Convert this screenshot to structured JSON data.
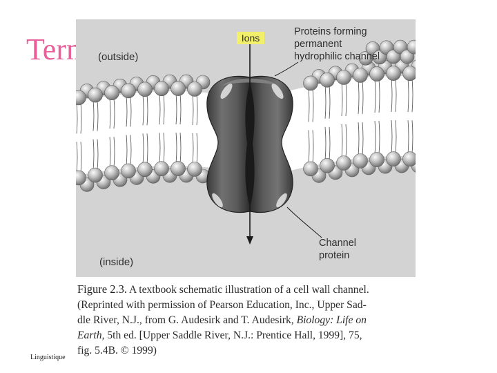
{
  "slide": {
    "title": "Term",
    "footer": "Linguistique"
  },
  "diagram": {
    "label_ions": "Ions",
    "label_proteins_line1": "Proteins forming",
    "label_proteins_line2": "permanent",
    "label_proteins_line3": "hydrophilic channel",
    "label_outside": "(outside)",
    "label_inside": "(inside)",
    "label_channel_line1": "Channel",
    "label_channel_line2": "protein",
    "colors": {
      "background": "#d3d3d3",
      "title": "#e8609a",
      "ions_highlight": "#f2ef6a",
      "protein": "#555555",
      "lipid_head": "#b9b9b9"
    }
  },
  "caption": {
    "fig_number": "Figure 2.3.",
    "fig_title": " A textbook schematic illustration of a cell wall channel.",
    "line2": "(Reprinted with permission of Pearson Education, Inc., Upper Sad-",
    "line3a": "dle River, N.J., from G. Audesirk and T. Audesirk, ",
    "line3b": "Biology: Life on",
    "line4a": "Earth,",
    "line4b": " 5th ed. [Upper Saddle River, N.J.: Prentice Hall, 1999], 75,",
    "line5": "fig. 5.4B. © 1999)"
  }
}
